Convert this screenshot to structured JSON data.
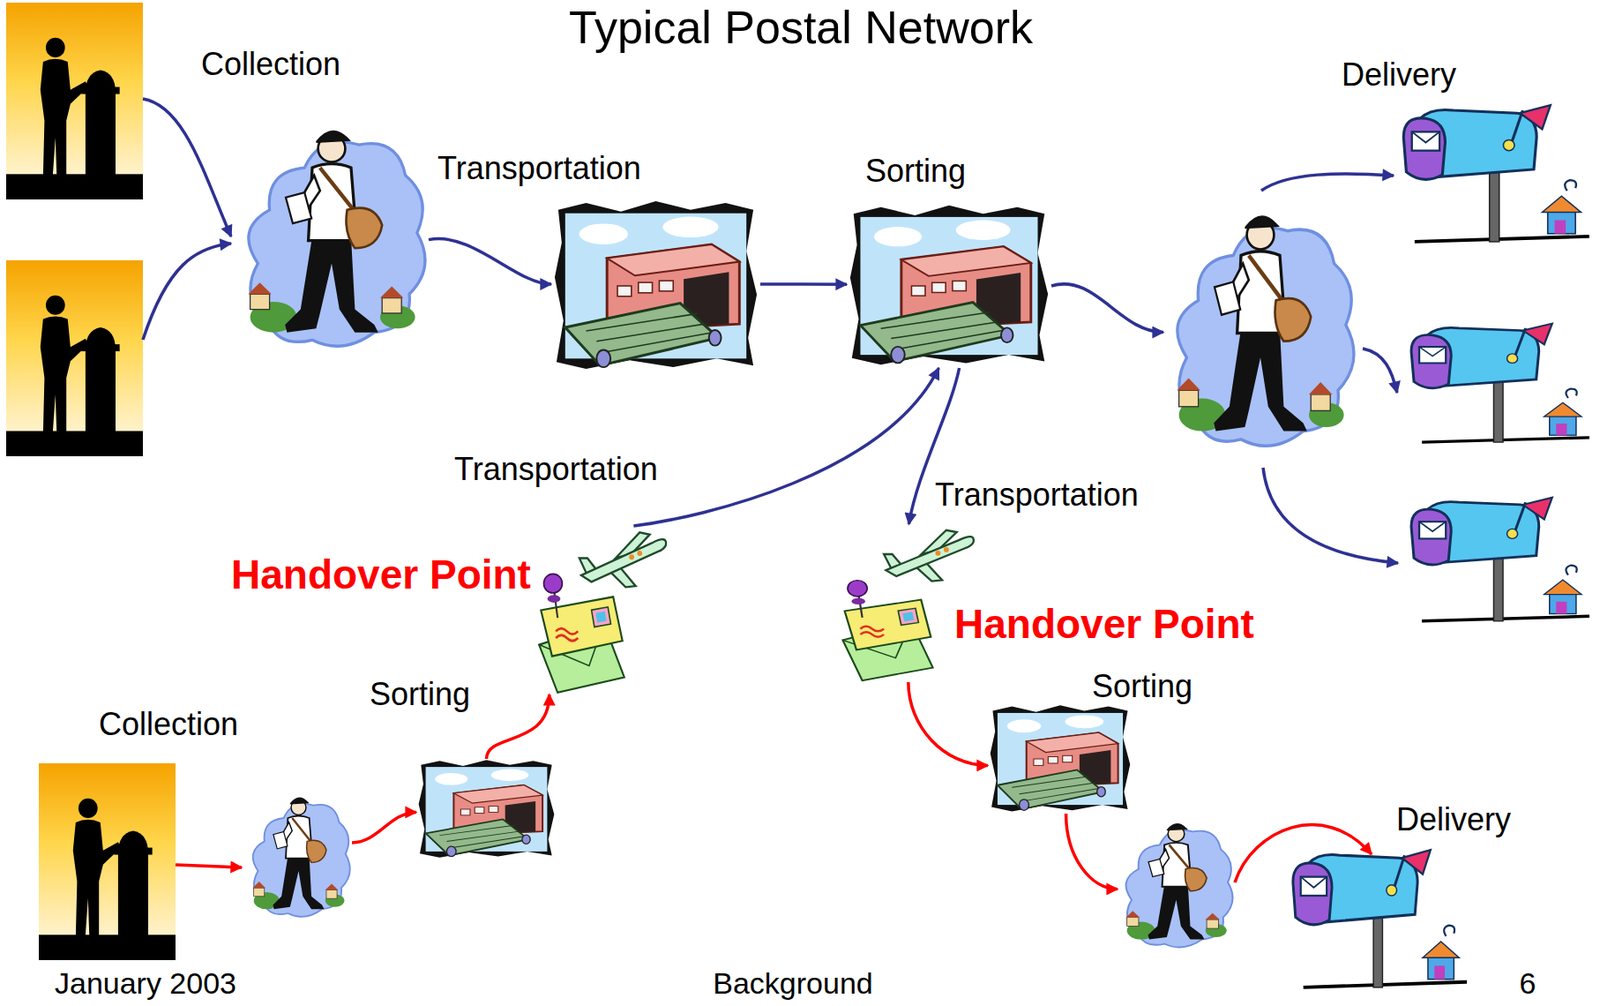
{
  "diagram": {
    "title": "Typical Postal Network",
    "nodes": [
      {
        "text": [
          "Collection"
        ]
      },
      {
        "text": [
          "Transportation"
        ]
      },
      {
        "text": [
          "Sorting"
        ]
      },
      {
        "text": [
          "Delivery"
        ]
      },
      {
        "text": [
          "Transportation"
        ]
      },
      {
        "text": [
          "Handover Point"
        ]
      },
      {
        "text": [
          "Sorting"
        ]
      },
      {
        "text": [
          "Collection"
        ]
      },
      {
        "text": [
          "Transportation"
        ]
      },
      {
        "text": [
          "Handover Point"
        ]
      },
      {
        "text": [
          "Sorting"
        ]
      },
      {
        "text": [
          "Delivery"
        ]
      }
    ],
    "edges": [
      {
        "from": 0,
        "to": 1,
        "arrow": "to"
      },
      {
        "from": 1,
        "to": 2,
        "arrow": "to"
      },
      {
        "from": 2,
        "to": 3,
        "arrow": "to"
      },
      {
        "from": 7,
        "to": 6,
        "arrow": "to"
      },
      {
        "from": 6,
        "to": 5,
        "arrow": "to"
      },
      {
        "from": 4,
        "to": 2,
        "arrow": "to"
      },
      {
        "from": 2,
        "to": 8,
        "arrow": "to"
      },
      {
        "from": 9,
        "to": 10,
        "arrow": "to"
      },
      {
        "from": 10,
        "to": 11,
        "arrow": "to"
      }
    ],
    "labels": [
      "January 2003",
      "Background",
      "6"
    ]
  }
}
